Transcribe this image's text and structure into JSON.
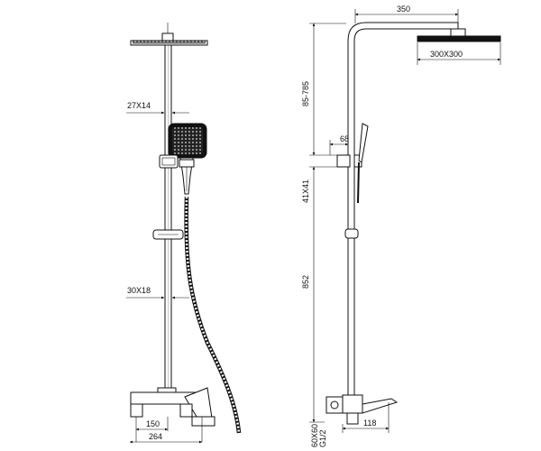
{
  "dimensions": {
    "head_arm": "350",
    "head_size": "300X300",
    "height_range": "85-785",
    "arm_offset": "68",
    "holder_size": "41X41",
    "rail_height": "852",
    "inlet_size": "60X60",
    "inlet_thread": "G1/2",
    "spout_reach": "118",
    "rail_top": "27X14",
    "rail_bottom": "30X18",
    "mixer_inner": "150",
    "mixer_outer": "264"
  }
}
